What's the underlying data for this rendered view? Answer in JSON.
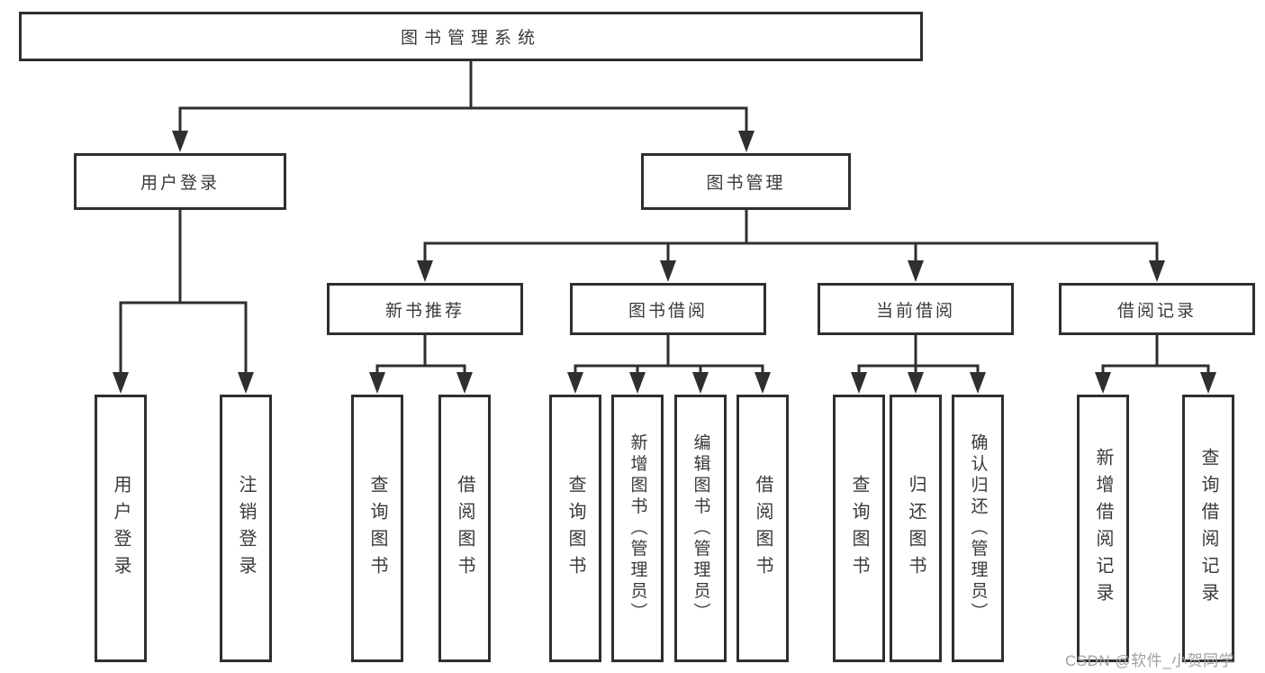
{
  "diagram": {
    "root": "图书管理系统",
    "branches": [
      {
        "label": "用户登录",
        "children": [
          "用户登录",
          "注销登录"
        ]
      },
      {
        "label": "图书管理",
        "groups": [
          {
            "label": "新书推荐",
            "children": [
              "查询图书",
              "借阅图书"
            ]
          },
          {
            "label": "图书借阅",
            "children": [
              "查询图书",
              "新增图书（管理员）",
              "编辑图书（管理员）",
              "借阅图书"
            ]
          },
          {
            "label": "当前借阅",
            "children": [
              "查询图书",
              "归还图书",
              "确认归还（管理员）"
            ]
          },
          {
            "label": "借阅记录",
            "children": [
              "新增借阅记录",
              "查询借阅记录"
            ]
          }
        ]
      }
    ]
  },
  "watermark": "CSDN @软件_小贺同学",
  "colors": {
    "line": "#2f2f2f",
    "text": "#3a3a3a",
    "watermark": "#a0a0a0",
    "background": "#ffffff"
  }
}
